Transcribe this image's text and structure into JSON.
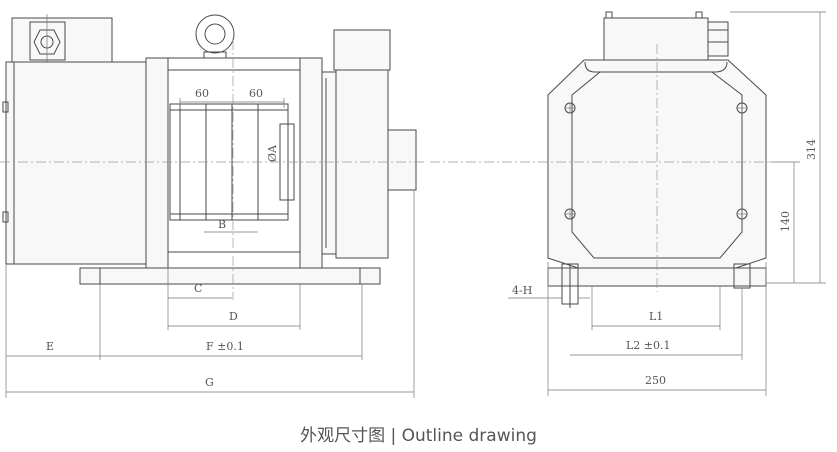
{
  "caption": "外观尺寸图 | Outline drawing",
  "labels": {
    "dim_60_left": "60",
    "dim_60_right": "60",
    "dim_A": "ØA",
    "dim_B": "B",
    "dim_C": "C",
    "dim_D": "D",
    "dim_E": "E",
    "dim_F": "F ±0.1",
    "dim_G": "G",
    "dim_4H": "4-H",
    "dim_L1": "L1",
    "dim_L2": "L2 ±0.1",
    "dim_250": "250",
    "dim_314": "314",
    "dim_140": "140"
  }
}
